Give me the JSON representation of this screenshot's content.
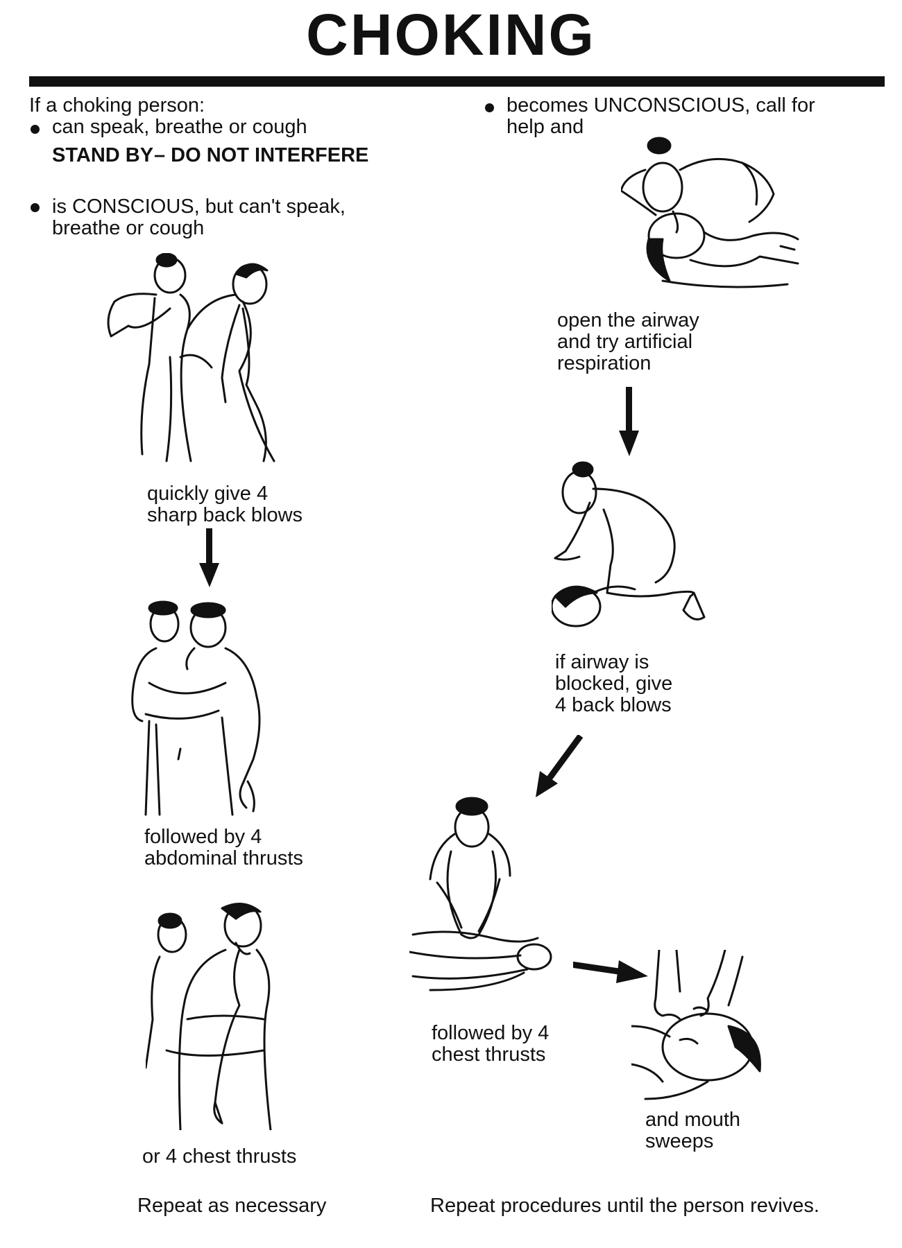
{
  "title": "CHOKING",
  "left": {
    "intro": "If a choking person:",
    "bullet1": "can speak, breathe or cough",
    "stand_by": "STAND BY",
    "do_not_interfere": "– DO NOT INTERFERE",
    "bullet2_line1": "is CONSCIOUS, but can't speak,",
    "bullet2_line2": "breathe or cough",
    "step1_line1": "quickly give 4",
    "step1_line2": "sharp back blows",
    "step2_line1": "followed by 4",
    "step2_line2": "abdominal thrusts",
    "step3": "or 4 chest thrusts",
    "footer": "Repeat as necessary"
  },
  "right": {
    "bullet_line1": "becomes UNCONSCIOUS, call for",
    "bullet_line2": "help and",
    "step1_line1": "open the airway",
    "step1_line2": "and try artificial",
    "step1_line3": "respiration",
    "step2_line1": "if airway is",
    "step2_line2": "blocked, give",
    "step2_line3": "4 back blows",
    "step3_line1": "followed by 4",
    "step3_line2": "chest thrusts",
    "step4_line1": "and mouth",
    "step4_line2": "sweeps",
    "footer": "Repeat procedures until the person revives."
  },
  "icons": {
    "bullet": "filled-circle",
    "arrow": "arrow-down-icon"
  }
}
